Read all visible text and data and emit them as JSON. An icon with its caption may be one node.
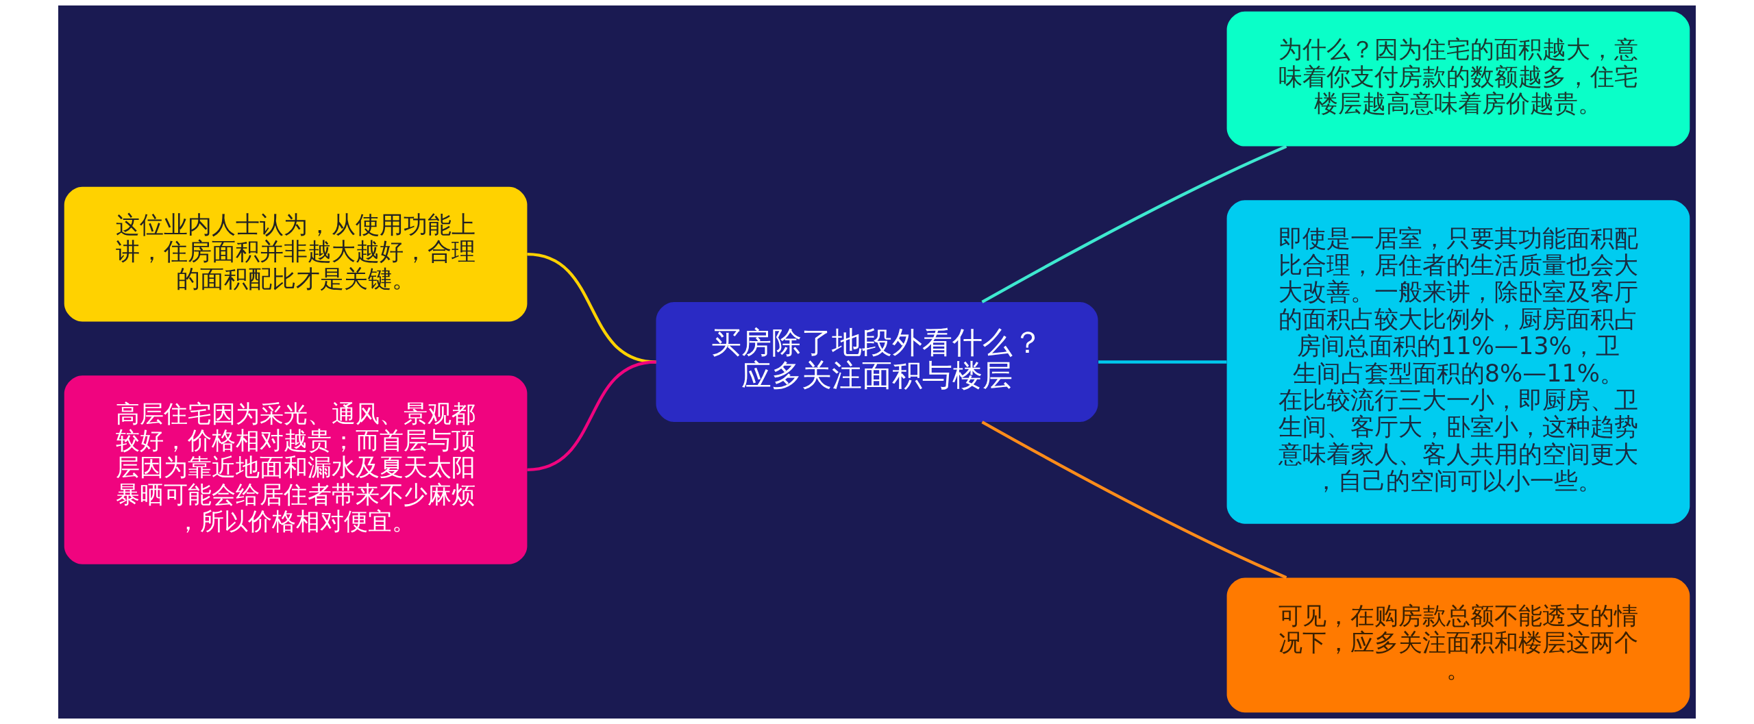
{
  "diagram": {
    "nodes": [
      {
        "text": [
          "买房除了地段外看什么？应多关注面积与楼层"
        ]
      },
      {
        "text": [
          "这位业内人士认为，从使用功能上讲，住房面积并非越大越好，合理的面积配比才是关键。"
        ]
      },
      {
        "text": [
          "高层住宅因为采光、通风、景观都较好，价格相对越贵；而首层与顶层因为靠近地面和漏水及夏天太阳暴晒可能会给居住者带来不少麻烦，所以价格相对便宜。"
        ]
      },
      {
        "text": [
          "为什么？因为住宅的面积越大，意味着你支付房款的数额越多，住宅楼层越高意味着房价越贵。"
        ]
      },
      {
        "text": [
          "即使是一居室，只要其功能面积配比合理，居住者的生活质量也会大大改善。一般来讲，除卧室及客厅的面积占较大比例外，厨房面积占房间总面积的11%—13%，卫生间占套型面积的8%—11%。在比较流行三大一小，即厨房、卫生间、客厅大，卧室小，这种趋势意味着家人、客人共用的空间更大，自己的空间可以小一些。"
        ]
      },
      {
        "text": [
          "可见，在购房款总额不能透支的情况下，应多关注面积和楼层这两个。"
        ]
      }
    ],
    "edges": [
      {
        "from": 0,
        "to": 1,
        "arrow": "none",
        "color": "#ffd200"
      },
      {
        "from": 0,
        "to": 2,
        "arrow": "none",
        "color": "#f0047f"
      },
      {
        "from": 0,
        "to": 3,
        "arrow": "none",
        "color": "#3ee8d0"
      },
      {
        "from": 0,
        "to": 4,
        "arrow": "none",
        "color": "#00c8ee"
      },
      {
        "from": 0,
        "to": 5,
        "arrow": "none",
        "color": "#ff8c1a"
      }
    ]
  }
}
